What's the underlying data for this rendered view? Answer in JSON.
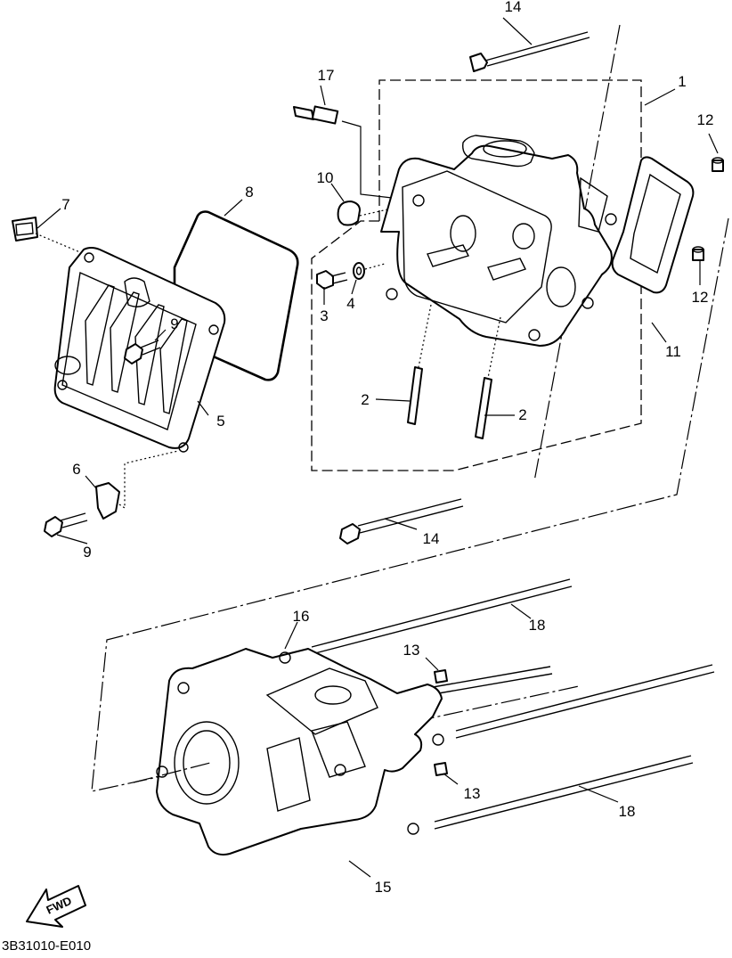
{
  "diagram": {
    "callouts": {
      "c1": "1",
      "c2a": "2",
      "c2b": "2",
      "c3": "3",
      "c4": "4",
      "c5": "5",
      "c6": "6",
      "c7": "7",
      "c8": "8",
      "c9a": "9",
      "c9b": "9",
      "c10": "10",
      "c11": "11",
      "c12a": "12",
      "c12b": "12",
      "c13a": "13",
      "c13b": "13",
      "c14a": "14",
      "c14b": "14",
      "c15": "15",
      "c16": "16",
      "c17": "17",
      "c18a": "18",
      "c18b": "18"
    },
    "fwd_label": "FWD",
    "figure_code": "3B31010-E010"
  }
}
